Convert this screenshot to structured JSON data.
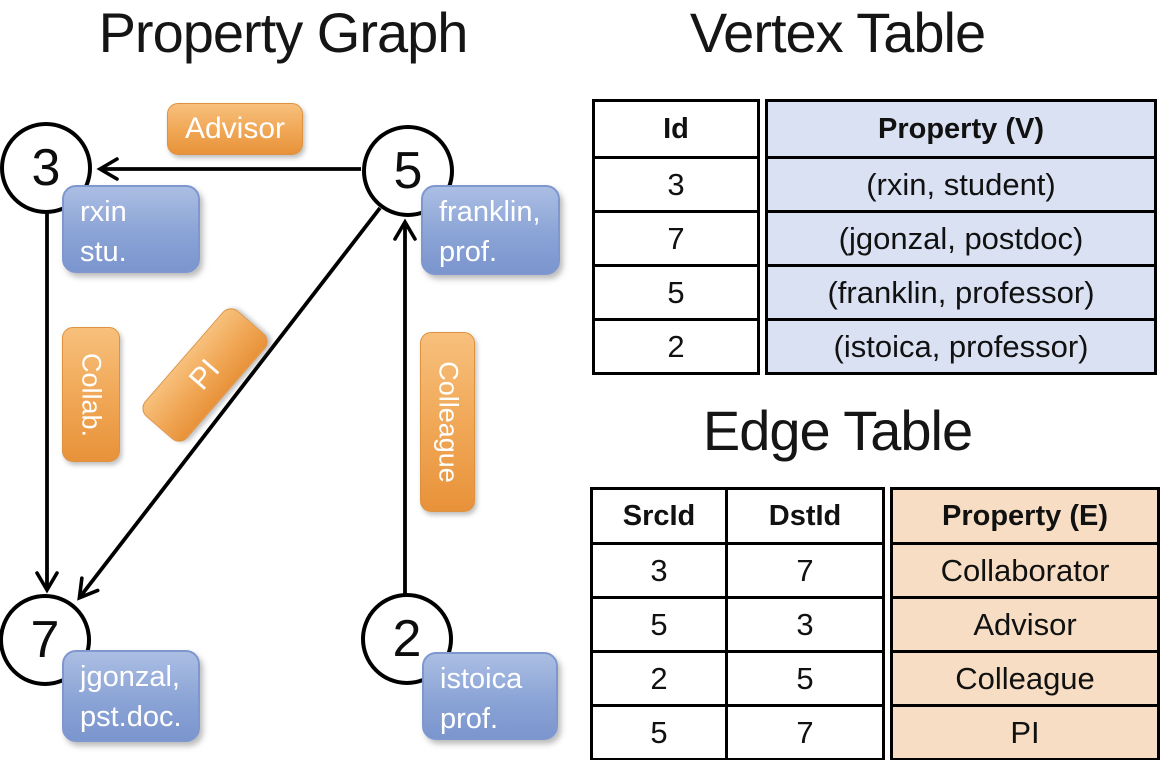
{
  "graph": {
    "title": "Property Graph",
    "nodes": [
      {
        "id": "3",
        "label_lines": [
          "rxin",
          "stu."
        ]
      },
      {
        "id": "5",
        "label_lines": [
          "franklin,",
          "prof."
        ]
      },
      {
        "id": "7",
        "label_lines": [
          "jgonzal,",
          "pst.doc."
        ]
      },
      {
        "id": "2",
        "label_lines": [
          "istoica",
          "prof."
        ]
      }
    ],
    "edge_labels": {
      "advisor": "Advisor",
      "collab": "Collab.",
      "pi": "PI",
      "colleague": "Colleague"
    }
  },
  "vertex_table": {
    "title": "Vertex Table",
    "columns": [
      "Id",
      "Property (V)"
    ],
    "rows": [
      [
        "3",
        "(rxin, student)"
      ],
      [
        "7",
        "(jgonzal, postdoc)"
      ],
      [
        "5",
        "(franklin, professor)"
      ],
      [
        "2",
        "(istoica, professor)"
      ]
    ]
  },
  "edge_table": {
    "title": "Edge Table",
    "columns": [
      "SrcId",
      "DstId",
      "Property (E)"
    ],
    "rows": [
      [
        "3",
        "7",
        "Collaborator"
      ],
      [
        "5",
        "3",
        "Advisor"
      ],
      [
        "2",
        "5",
        "Colleague"
      ],
      [
        "5",
        "7",
        "PI"
      ]
    ]
  },
  "colors": {
    "edge_label_orange": "#f0a654",
    "vertex_label_blue": "#8ba4d6",
    "vertex_property_fill": "#d9e1f2",
    "edge_property_fill": "#f6ddc3",
    "line_black": "#000000"
  }
}
